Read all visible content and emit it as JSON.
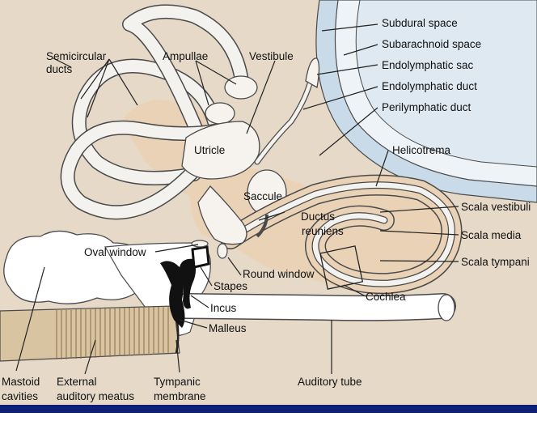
{
  "colors": {
    "background_tissue": "#e6d9c8",
    "perilymph": "#ead2b6",
    "membrane": "#f6f3ee",
    "meninges": "#d7e4ee",
    "bone_edge": "#4a4a4a",
    "footer_bar": "#0e1f7a",
    "ossicle": "#111111"
  },
  "labels": {
    "semicircular_ducts": [
      "Semicircular",
      "ducts"
    ],
    "ampullae": "Ampullae",
    "vestibule": "Vestibule",
    "utricle": "Utricle",
    "saccule": "Saccule",
    "ductus_reuniens": [
      "Ductus",
      "reuniens"
    ],
    "subdural_space": "Subdural space",
    "subarachnoid_space": "Subarachnoid space",
    "endolymphatic_sac": "Endolymphatic sac",
    "endolymphatic_duct": "Endolymphatic duct",
    "perilymphatic_duct": "Perilymphatic duct",
    "helicotrema": "Helicotrema",
    "scala_vestibuli": "Scala vestibuli",
    "scala_media": "Scala media",
    "scala_tympani": "Scala tympani",
    "oval_window": "Oval window",
    "round_window": "Round window",
    "cochlea": "Cochlea",
    "stapes": "Stapes",
    "incus": "Incus",
    "malleus": "Malleus",
    "mastoid_cavities": [
      "Mastoid",
      "cavities"
    ],
    "external_auditory_meatus": [
      "External",
      "auditory meatus"
    ],
    "tympanic_membrane": [
      "Tympanic",
      "membrane"
    ],
    "auditory_tube": "Auditory tube"
  }
}
